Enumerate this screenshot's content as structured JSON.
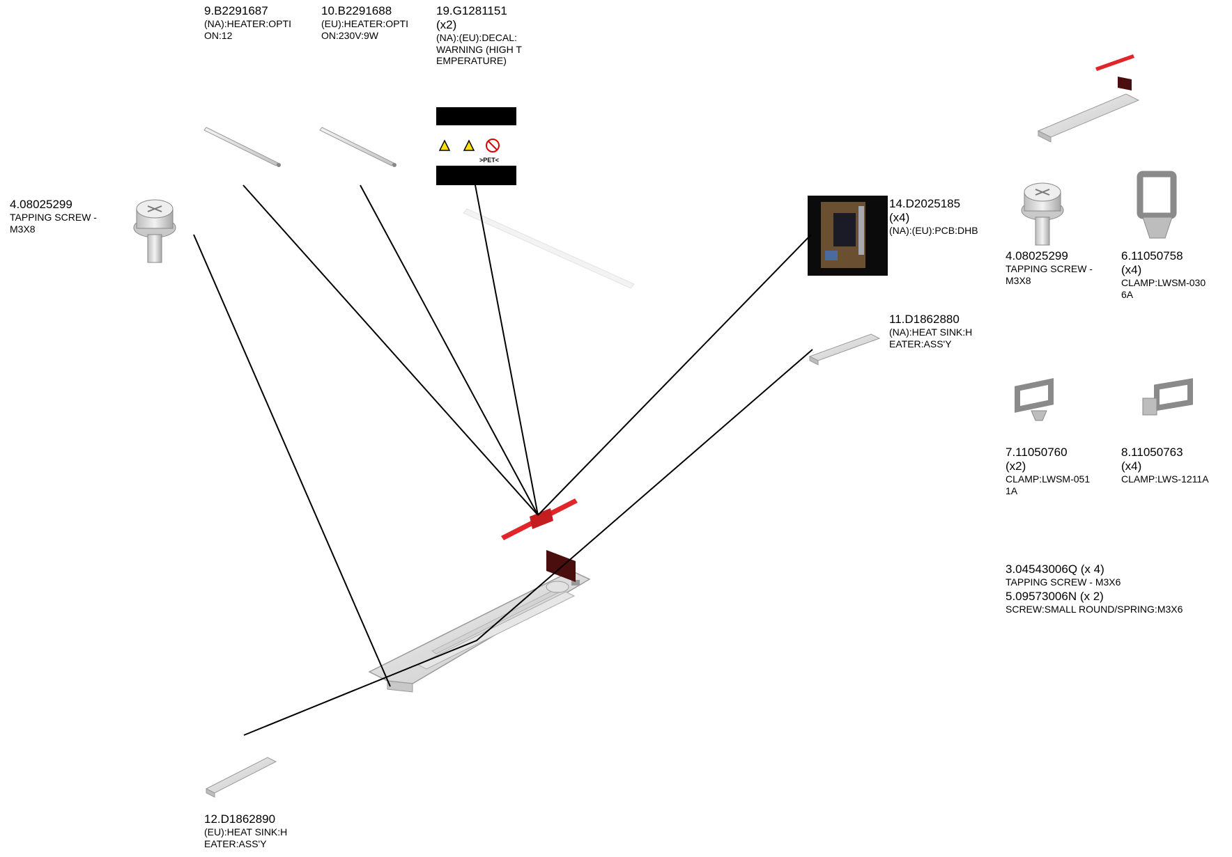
{
  "parts": {
    "p9": {
      "number": "9.B2291687",
      "desc": "(NA):HEATER:OPTI\nON:12"
    },
    "p10": {
      "number": "10.B2291688",
      "desc": "(EU):HEATER:OPTI\nON:230V:9W"
    },
    "p19": {
      "number": "19.G1281151",
      "qty": "(x2)",
      "desc": "(NA):(EU):DECAL:\nWARNING (HIGH T\nEMPERATURE)"
    },
    "p4_left": {
      "number": "4.08025299",
      "desc": "TAPPING SCREW -\n M3X8"
    },
    "p14": {
      "number": "14.D2025185",
      "qty": "(x4)",
      "desc": "(NA):(EU):PCB:DHB"
    },
    "p11": {
      "number": "11.D1862880",
      "desc": "(NA):HEAT SINK:H\nEATER:ASS'Y"
    },
    "p12": {
      "number": "12.D1862890",
      "desc": "(EU):HEAT SINK:H\nEATER:ASS'Y"
    },
    "p4_right": {
      "number": "4.08025299",
      "desc": "TAPPING SCREW -\n M3X8"
    },
    "p6": {
      "number": "6.11050758",
      "qty": "(x4)",
      "desc": "CLAMP:LWSM-030\n6A"
    },
    "p7": {
      "number": "7.11050760",
      "qty": "(x2)",
      "desc": "CLAMP:LWSM-051\n1A"
    },
    "p8": {
      "number": "8.11050763",
      "qty": "(x4)",
      "desc": "CLAMP:LWS-1211A"
    }
  },
  "notes": {
    "p3_number": "3.04543006Q (x 4)",
    "p3_desc": "TAPPING SCREW - M3X6",
    "p5_number": "5.09573006N (x 2)",
    "p5_desc": "SCREW:SMALL ROUND/SPRING:M3X6"
  },
  "decal_text": ">PET<",
  "colors": {
    "accent_red": "#e0262a",
    "dark_brown": "#4a0e0e",
    "metal": "#d8d8d8",
    "leader": "#000000"
  }
}
